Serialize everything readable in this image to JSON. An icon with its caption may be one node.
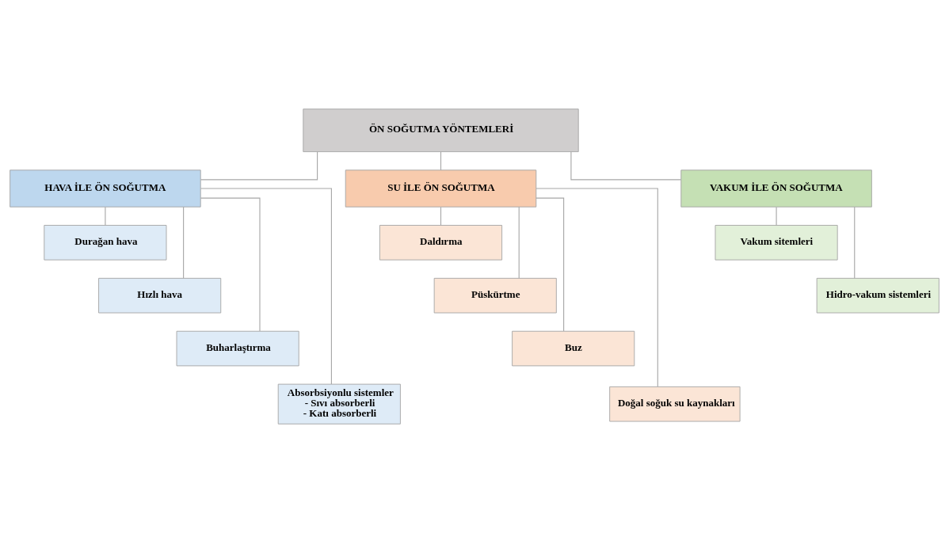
{
  "diagram": {
    "nodes": [
      {
        "text": [
          "ÖN SOĞUTMA YÖNTEMLERİ"
        ]
      },
      {
        "text": [
          "HAVA İLE ÖN SOĞUTMA"
        ]
      },
      {
        "text": [
          "SU İLE ÖN SOĞUTMA"
        ]
      },
      {
        "text": [
          "VAKUM İLE ÖN SOĞUTMA"
        ]
      },
      {
        "text": [
          "Durağan hava"
        ]
      },
      {
        "text": [
          "Hızlı hava"
        ]
      },
      {
        "text": [
          "Buharlaştırma"
        ]
      },
      {
        "text": [
          "Absorbsiyonlu sistemler",
          "- Sıvı absorberli",
          "- Katı absorberli"
        ]
      },
      {
        "text": [
          "Daldırma"
        ]
      },
      {
        "text": [
          "Püskürtme"
        ]
      },
      {
        "text": [
          "Buz"
        ]
      },
      {
        "text": [
          "Doğal soğuk su kaynakları"
        ]
      },
      {
        "text": [
          "Vakum sitemleri"
        ]
      },
      {
        "text": [
          "Hidro-vakum sistemleri"
        ]
      }
    ],
    "edges": [
      {
        "from": 0,
        "to": 1,
        "arrow": "none"
      },
      {
        "from": 0,
        "to": 2,
        "arrow": "none"
      },
      {
        "from": 0,
        "to": 3,
        "arrow": "none"
      },
      {
        "from": 1,
        "to": 4,
        "arrow": "none"
      },
      {
        "from": 1,
        "to": 5,
        "arrow": "none"
      },
      {
        "from": 1,
        "to": 6,
        "arrow": "none"
      },
      {
        "from": 1,
        "to": 7,
        "arrow": "none"
      },
      {
        "from": 2,
        "to": 8,
        "arrow": "none"
      },
      {
        "from": 2,
        "to": 9,
        "arrow": "none"
      },
      {
        "from": 2,
        "to": 10,
        "arrow": "none"
      },
      {
        "from": 2,
        "to": 11,
        "arrow": "none"
      },
      {
        "from": 3,
        "to": 12,
        "arrow": "none"
      },
      {
        "from": 3,
        "to": 13,
        "arrow": "none"
      }
    ]
  }
}
